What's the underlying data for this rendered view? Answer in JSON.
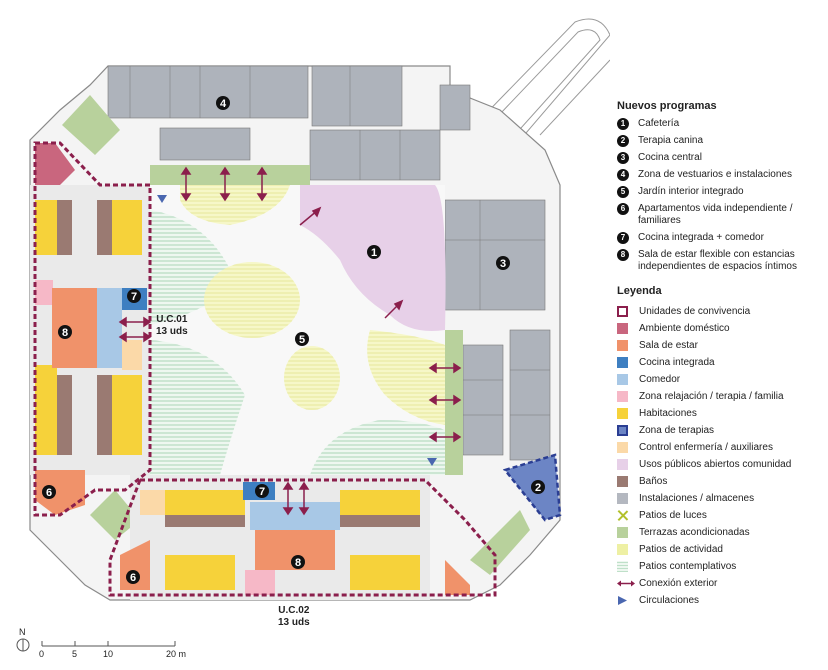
{
  "programs": {
    "title": "Nuevos programas",
    "items": [
      {
        "n": "1",
        "label": "Cafetería"
      },
      {
        "n": "2",
        "label": "Terapia canina"
      },
      {
        "n": "3",
        "label": "Cocina central"
      },
      {
        "n": "4",
        "label": "Zona de vestuarios e instalaciones"
      },
      {
        "n": "5",
        "label": "Jardín interior integrado"
      },
      {
        "n": "6",
        "label": "Apartamentos vida independiente / familiares"
      },
      {
        "n": "7",
        "label": "Cocina integrada + comedor"
      },
      {
        "n": "8",
        "label": "Sala de estar flexible con estancias independientes de espacios íntimos"
      }
    ]
  },
  "legend": {
    "title": "Leyenda",
    "items": [
      {
        "label": "Unidades de convivencia",
        "style": "dash",
        "color": "#ffffff"
      },
      {
        "label": "Ambiente doméstico",
        "style": "fill",
        "color": "#c9667e"
      },
      {
        "label": "Sala de estar",
        "style": "fill",
        "color": "#f0926a"
      },
      {
        "label": "Cocina integrada",
        "style": "fill",
        "color": "#3e7fc1"
      },
      {
        "label": "Comedor",
        "style": "fill",
        "color": "#a8c8e6"
      },
      {
        "label": "Zona relajación / terapia / familia",
        "style": "fill",
        "color": "#f6b8c7"
      },
      {
        "label": "Habitaciones",
        "style": "fill",
        "color": "#f6d23a"
      },
      {
        "label": "Zona de terapias",
        "style": "dashblue",
        "color": "#6c85c5"
      },
      {
        "label": "Control enfermería / auxiliares",
        "style": "fill",
        "color": "#fbd9a8"
      },
      {
        "label": "Usos públicos abiertos comunidad",
        "style": "fill",
        "color": "#e7d0e8"
      },
      {
        "label": "Baños",
        "style": "fill",
        "color": "#9a7a72"
      },
      {
        "label": "Instalaciones / almacenes",
        "style": "fill",
        "color": "#b4b8c0"
      },
      {
        "label": "Patios de luces",
        "style": "cross",
        "color": "#b2c02a"
      },
      {
        "label": "Terrazas acondicionadas",
        "style": "fill",
        "color": "#b8d19c"
      },
      {
        "label": "Patios de actividad",
        "style": "fill",
        "color": "#eef0a4"
      },
      {
        "label": "Patios contemplativos",
        "style": "hatch",
        "color": "#bfe0c9"
      },
      {
        "label": "Conexión exterior",
        "style": "arrow",
        "color": "#8b1f4c"
      },
      {
        "label": "Circulaciones",
        "style": "tri",
        "color": "#4a67b0"
      }
    ]
  },
  "units": {
    "uc01": {
      "name": "U.C.01",
      "count": "13 uds"
    },
    "uc02": {
      "name": "U.C.02",
      "count": "13 uds"
    }
  },
  "scale": {
    "north": "N",
    "ticks": [
      "0",
      "5",
      "10",
      "20 m"
    ]
  },
  "markers": {
    "m1": "1",
    "m2": "2",
    "m3": "3",
    "m4": "4",
    "m5": "5",
    "m6a": "6",
    "m6b": "6",
    "m7a": "7",
    "m7b": "7",
    "m8a": "8",
    "m8b": "8"
  }
}
